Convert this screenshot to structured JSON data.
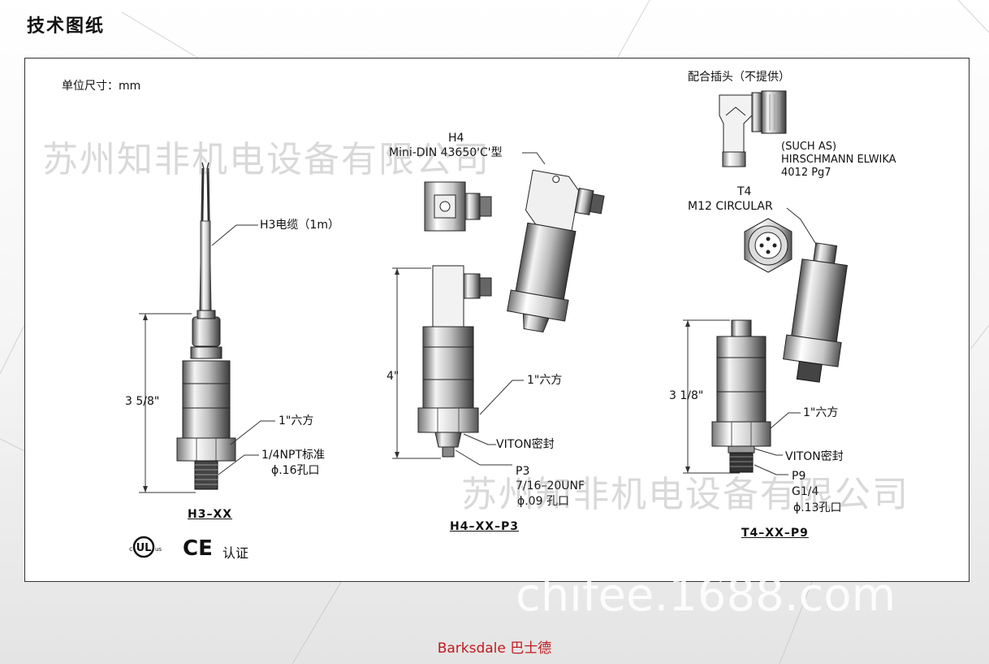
{
  "title": "技术图纸",
  "units": "单位尺寸：mm",
  "h3": {
    "cable_label": "H3电缆（1m）",
    "height": "3 5/8\"",
    "hex": "1\"六方",
    "npt_line1": "1/4NPT标准",
    "npt_line2": "ϕ.16孔口",
    "caption": "H3–XX"
  },
  "h4": {
    "connector_line1": "H4",
    "connector_line2": "Mini-DIN 43650'C'型",
    "height": "4\"",
    "hex": "1\"六方",
    "seal": "VITON密封",
    "port_line1": "P3",
    "port_line2": "7/16–20UNF",
    "port_line3": "ϕ.09 孔口",
    "caption": "H4–XX–P3"
  },
  "t4": {
    "mating_plug": "配合插头（不提供）",
    "such_as_line1": "(SUCH AS)",
    "such_as_line2": "HIRSCHMANN ELWIKA",
    "such_as_line3": "4012 Pg7",
    "connector_line1": "T4",
    "connector_line2": "M12 CIRCULAR",
    "height": "3 1/8\"",
    "hex": "1\"六方",
    "seal": "VITON密封",
    "port_line1": "P9",
    "port_line2": "G1/4",
    "port_line3": "ϕ.13孔口",
    "caption": "T4–XX–P9"
  },
  "certification": {
    "ul_mark": "UL",
    "ce_mark": "CE",
    "label": "认证"
  },
  "watermarks": {
    "company": "苏州知非机电设备有限公司",
    "site": "chifee.1688.com"
  },
  "footer": "Barksdale 巴士德"
}
